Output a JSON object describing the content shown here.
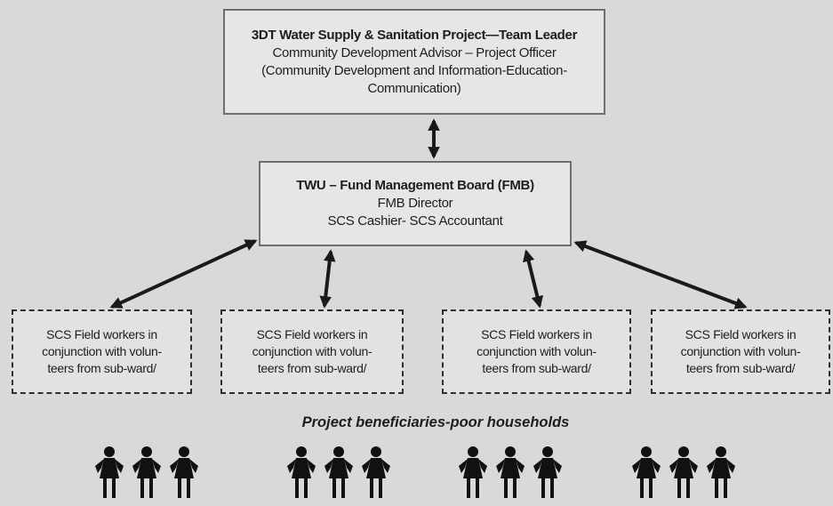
{
  "top_box": {
    "title": "3DT Water Supply & Sanitation Project—Team Leader",
    "line2": "Community Development Advisor – Project Officer",
    "line3": "(Community Development and Information-Education-",
    "line4": "Communication)"
  },
  "middle_box": {
    "title": "TWU –  Fund Management Board (FMB)",
    "line2": "FMB Director",
    "line3": "SCS Cashier- SCS Accountant"
  },
  "field_boxes": [
    {
      "line1": "SCS  Field workers in",
      "line2": "conjunction with volun-",
      "line3": "teers from sub-ward/"
    },
    {
      "line1": "SCS  Field workers in",
      "line2": "conjunction with volun-",
      "line3": "teers from sub-ward/"
    },
    {
      "line1": "SCS  Field workers in",
      "line2": "conjunction with volun-",
      "line3": "teers from sub-ward/"
    },
    {
      "line1": "SCS  Field workers in",
      "line2": "conjunction with volun-",
      "line3": "teers from sub-ward/"
    }
  ],
  "beneficiaries_label": "Project beneficiaries-poor households",
  "people_groups": 4,
  "people_per_group": 3,
  "colors": {
    "background": "#d9d9d9",
    "box_fill": "#e6e6e6",
    "arrow": "#1a1a1a"
  }
}
